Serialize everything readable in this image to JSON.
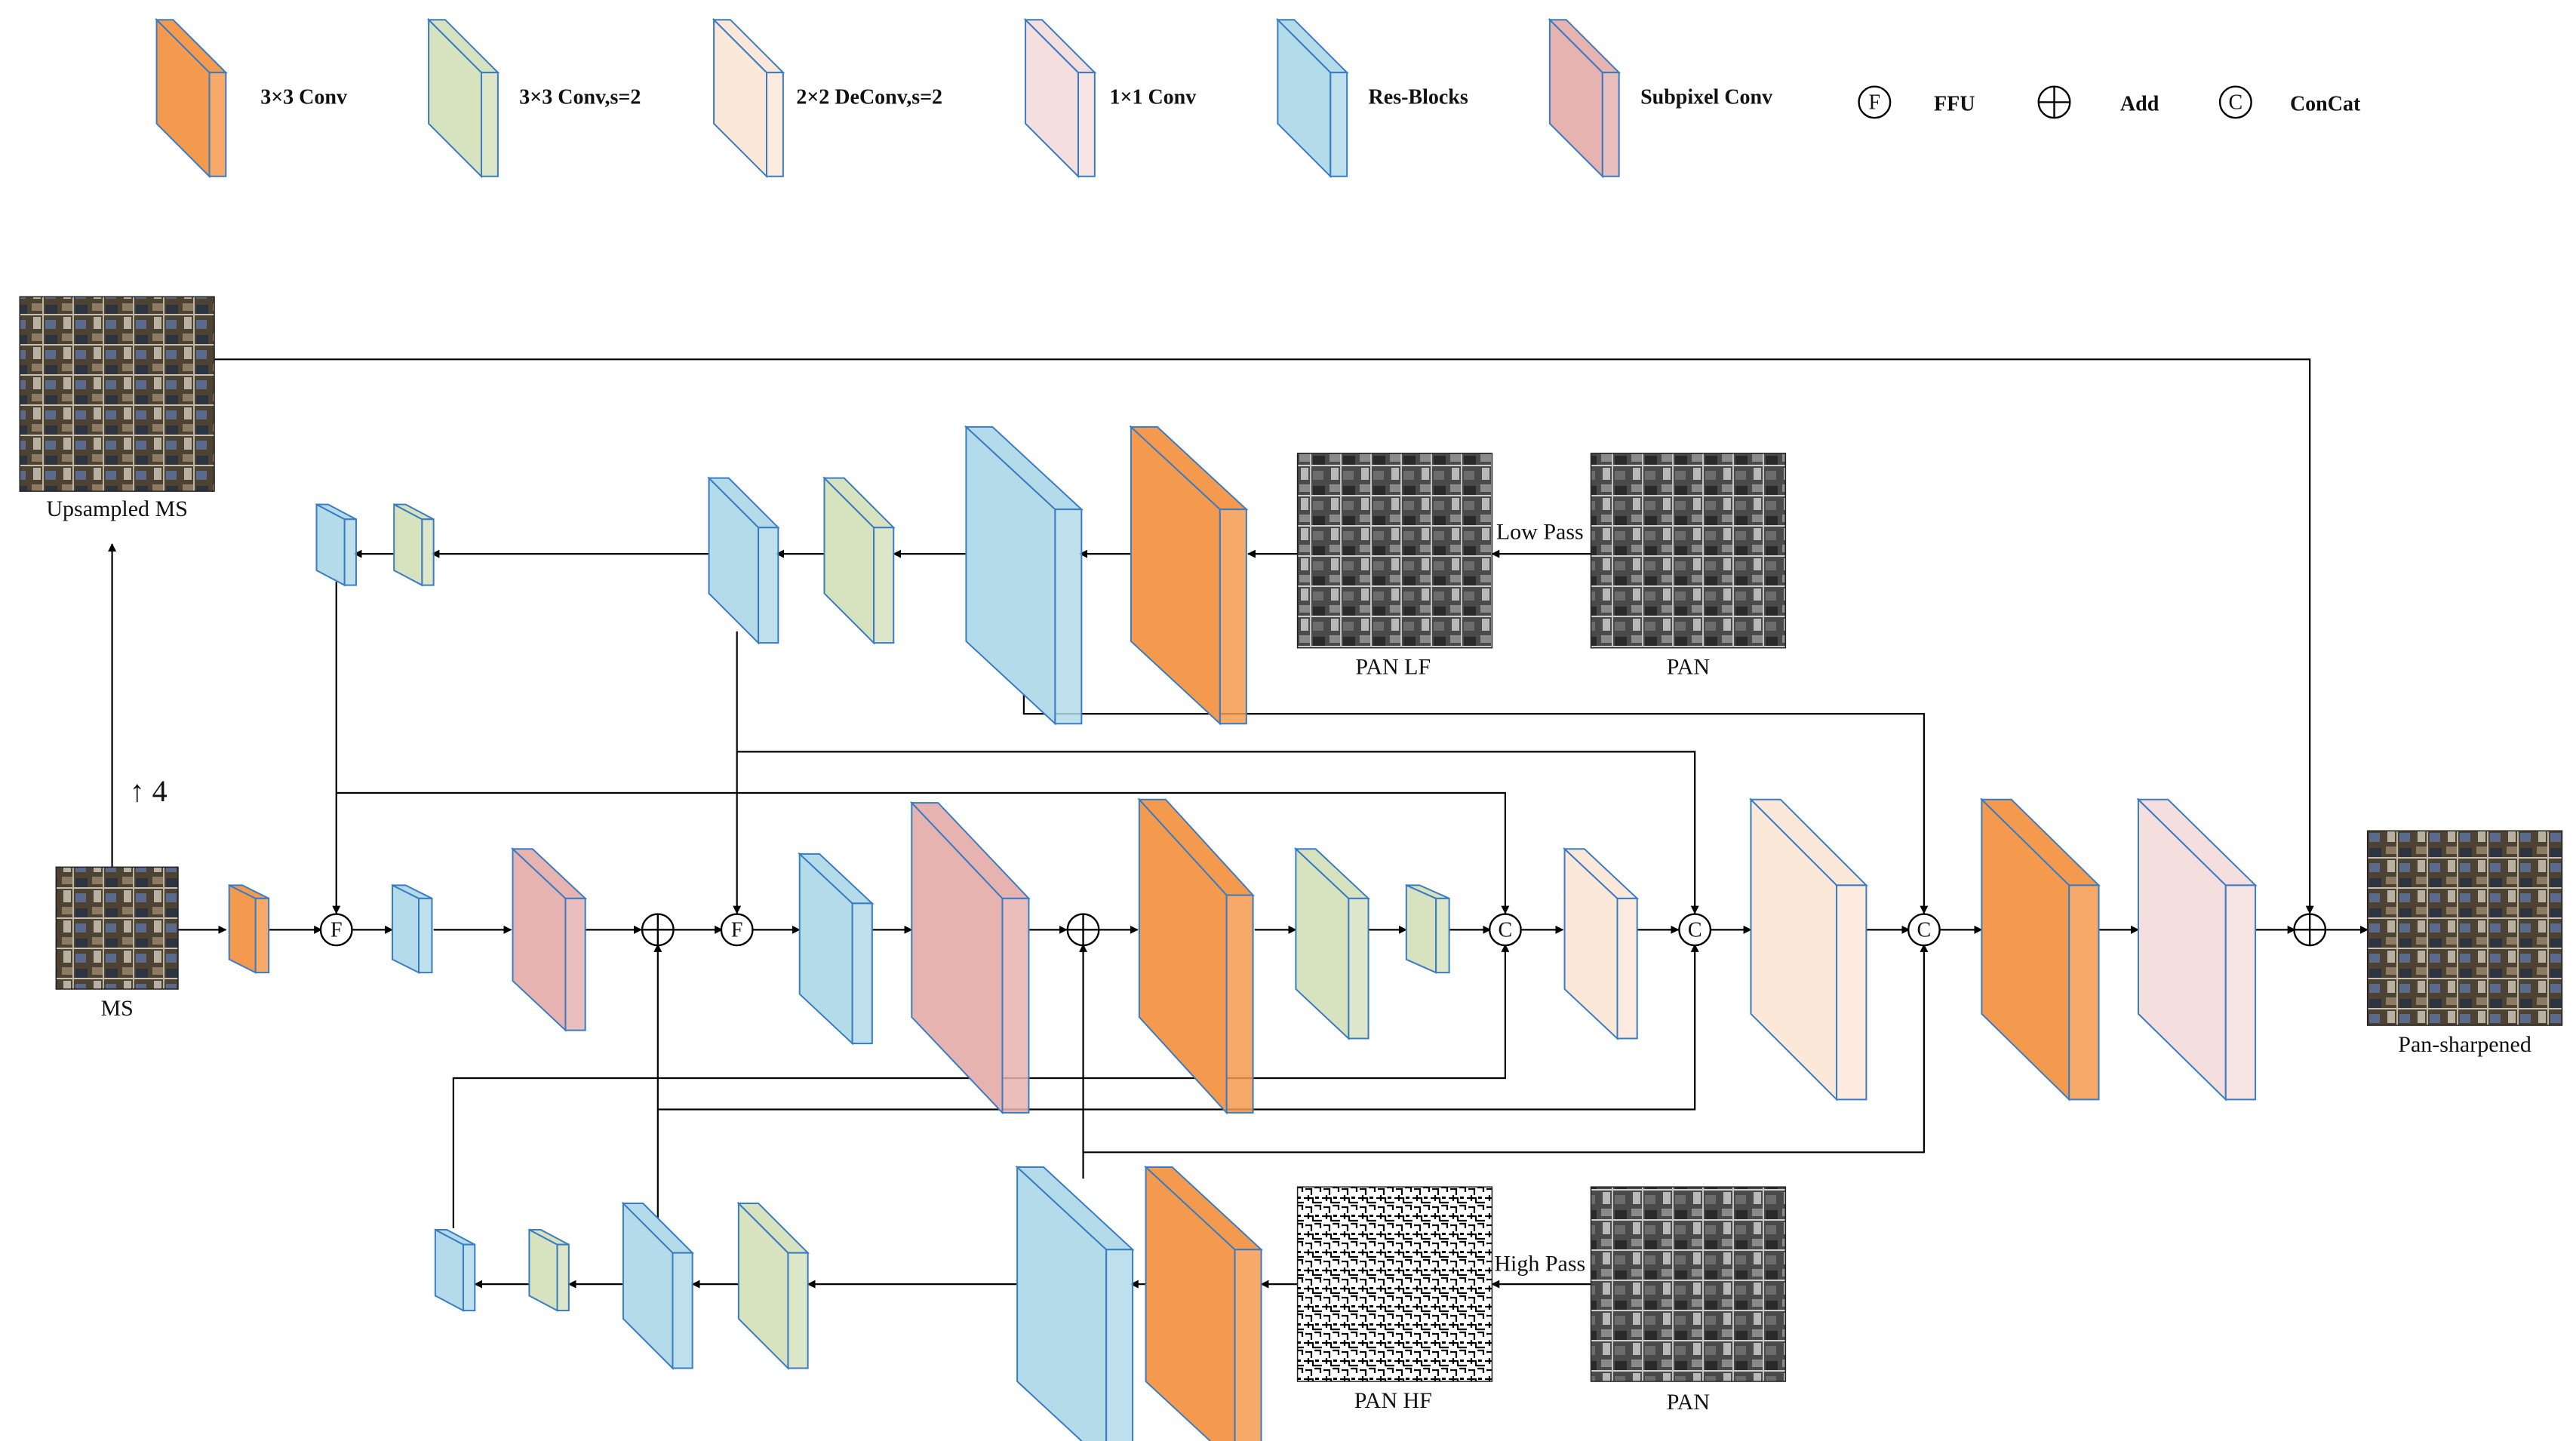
{
  "legend": {
    "conv3": "3×3 Conv",
    "conv3s2": "3×3 Conv,s=2",
    "deconv": "2×2 DeConv,s=2",
    "conv1": "1×1 Conv",
    "res": "Res-Blocks",
    "subpix": "Subpixel Conv",
    "ffu_symbol": "F",
    "ffu": "FFU",
    "add": "Add",
    "concat_symbol": "C",
    "concat": "ConCat"
  },
  "labels": {
    "upsampled_ms": "Upsampled MS",
    "ms": "MS",
    "upscale": "↑ 4",
    "pan_lf": "PAN LF",
    "pan_hf": "PAN HF",
    "pan": "PAN",
    "low_pass": "Low Pass",
    "high_pass": "High Pass",
    "pan_sharpened": "Pan-sharpened"
  },
  "colors": {
    "conv3": "#f49a4e",
    "conv3s2": "#d7e2bf",
    "deconv": "#fce8d8",
    "conv1": "#f5dede",
    "res": "#b3dbea",
    "subpix": "#e6b3b0",
    "edge": "#3a7cc4"
  }
}
